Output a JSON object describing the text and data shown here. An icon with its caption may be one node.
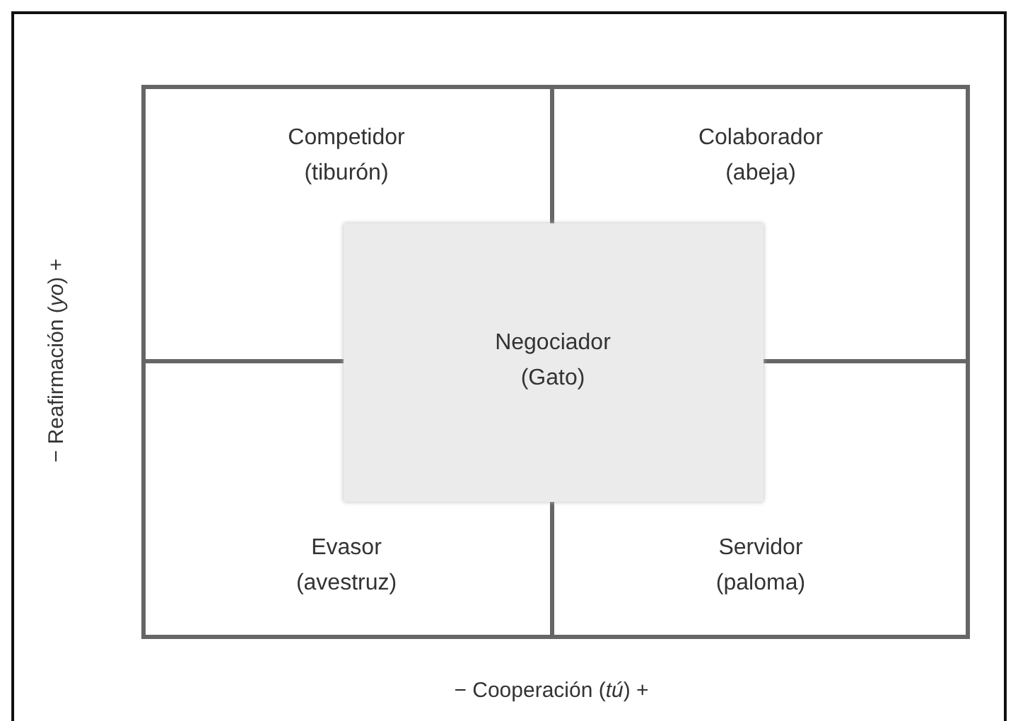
{
  "diagram": {
    "nodes": [
      {
        "text": [
          "Competidor (tiburón)"
        ]
      },
      {
        "text": [
          "Colaborador (abeja)"
        ]
      },
      {
        "text": [
          "Negociador (Gato)"
        ]
      },
      {
        "text": [
          "Evasor (avestruz)"
        ]
      },
      {
        "text": [
          "Servidor (paloma)"
        ]
      }
    ],
    "edges": [],
    "labels": [
      "− Reafirmación (*yo*) +",
      "− Cooperación (*tú*) +"
    ]
  }
}
